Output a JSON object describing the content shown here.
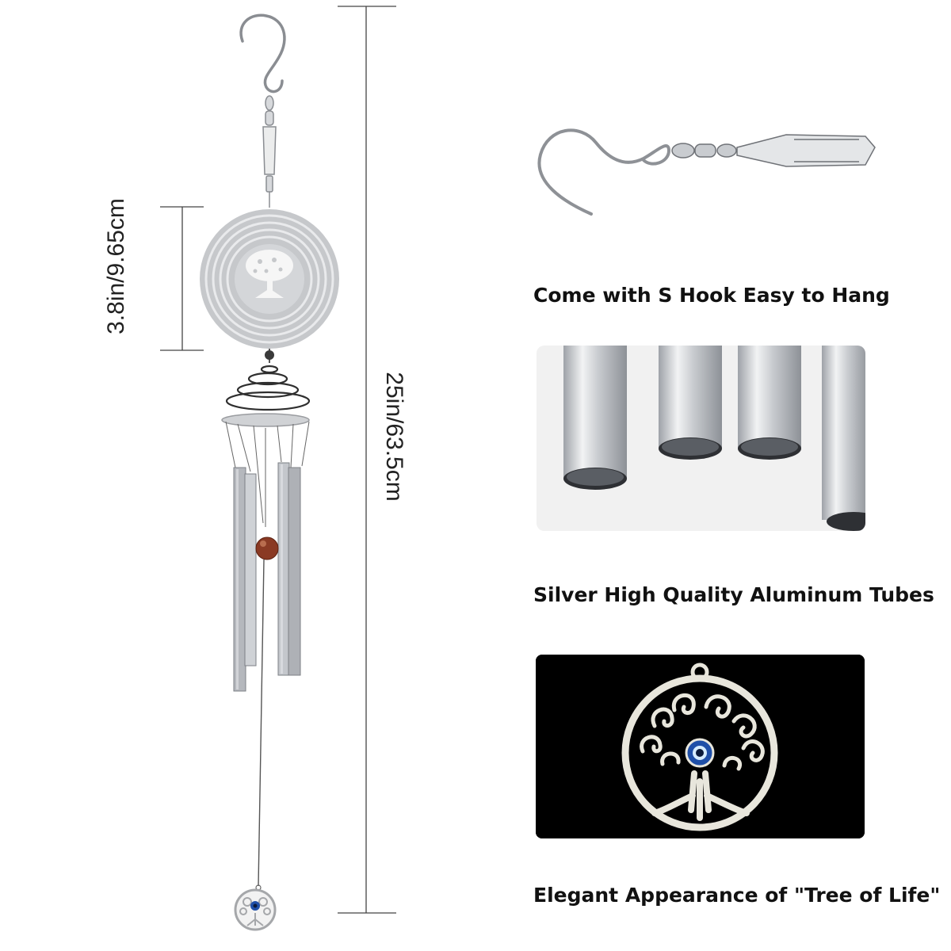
{
  "dimensions": {
    "decor_diameter": "3.8in/9.65cm",
    "total_length": "25in/63.5cm"
  },
  "features": [
    {
      "caption": "Come with S Hook Easy to Hang",
      "image": "s-hook-swivel-clip"
    },
    {
      "caption": "Silver High Quality Aluminum Tubes",
      "image": "aluminum-tubes"
    },
    {
      "caption": "Elegant Appearance of \"Tree of Life\"",
      "image": "tree-of-life-pendant"
    }
  ],
  "colors": {
    "metal_silver": "#c9ccd0",
    "tube_silver": "#b9bcc1",
    "bead_red": "#8a3a24",
    "evil_eye_blue": "#1f4fa8",
    "pendant_background": "#000000"
  }
}
